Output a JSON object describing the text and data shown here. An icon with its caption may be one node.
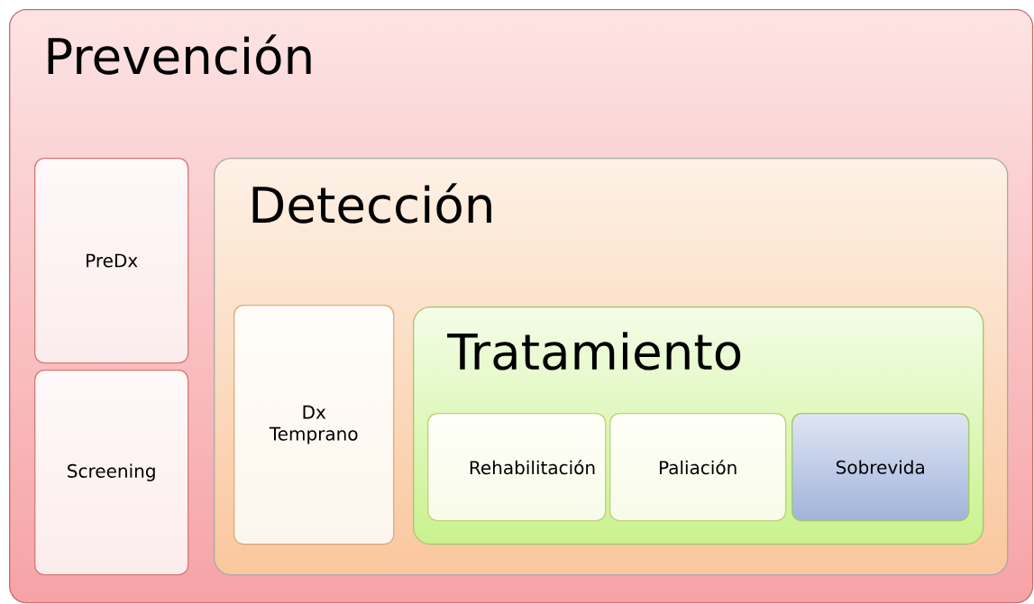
{
  "diagram": {
    "nodes": [
      {
        "text": [
          "Prevención"
        ]
      },
      {
        "text": [
          "PreDx"
        ],
        "in": 0
      },
      {
        "text": [
          "Screening"
        ],
        "in": 0
      },
      {
        "text": [
          "Detección"
        ],
        "in": 0
      },
      {
        "text": [
          "Dx Temprano"
        ],
        "in": 3
      },
      {
        "text": [
          "Tratamiento"
        ],
        "in": 3
      },
      {
        "text": [
          "Rehabilitación"
        ],
        "in": 5
      },
      {
        "text": [
          "Paliación"
        ],
        "in": 5
      },
      {
        "text": [
          "Sobrevida"
        ],
        "in": 5
      }
    ]
  }
}
